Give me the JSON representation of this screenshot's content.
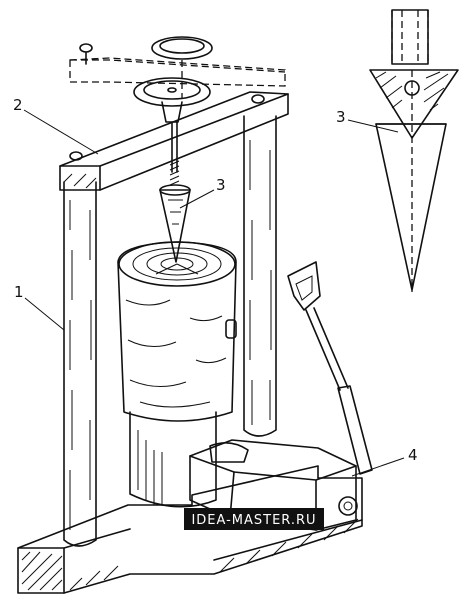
{
  "callouts": {
    "guide_columns": "1",
    "crossbar": "2",
    "cone_wedge": "3",
    "cone_wedge_detail": "3",
    "motor_housing": "4"
  },
  "watermark": "IDEA-MASTER.RU",
  "colors": {
    "ink": "#111111",
    "paper": "#ffffff"
  }
}
